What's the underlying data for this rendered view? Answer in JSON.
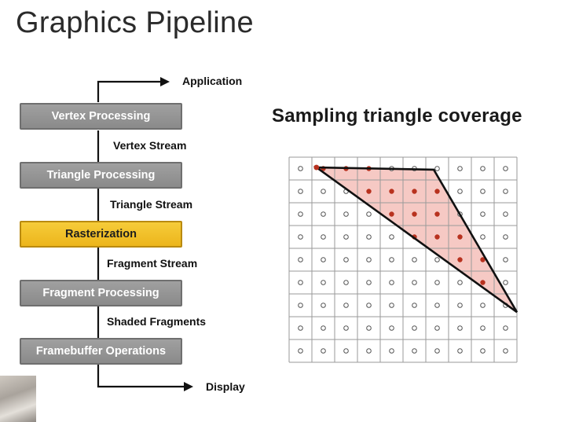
{
  "title": "Graphics Pipeline",
  "pipeline": {
    "input_label": "Application",
    "output_label": "Display",
    "stages": [
      {
        "label": "Vertex Processing",
        "highlighted": false
      },
      {
        "label": "Triangle Processing",
        "highlighted": false
      },
      {
        "label": "Rasterization",
        "highlighted": true
      },
      {
        "label": "Fragment Processing",
        "highlighted": false
      },
      {
        "label": "Framebuffer Operations",
        "highlighted": false
      }
    ],
    "streams": [
      "Vertex Stream",
      "Triangle Stream",
      "Fragment Stream",
      "Shaded Fragments"
    ]
  },
  "coverage": {
    "title": "Sampling triangle coverage",
    "grid": {
      "columns": 10,
      "rows": 9
    },
    "triangle_vertices_in_cells": [
      [
        1.2,
        0.45
      ],
      [
        6.35,
        0.55
      ],
      [
        10.0,
        6.8
      ]
    ],
    "colors": {
      "triangle_fill": "#f6c9c4",
      "covered_sample": "#b8321f",
      "uncovered_sample": "#ffffff",
      "grid_line": "#9a9a9a",
      "highlight_stage": "#f0bf28",
      "normal_stage": "#959595"
    }
  }
}
